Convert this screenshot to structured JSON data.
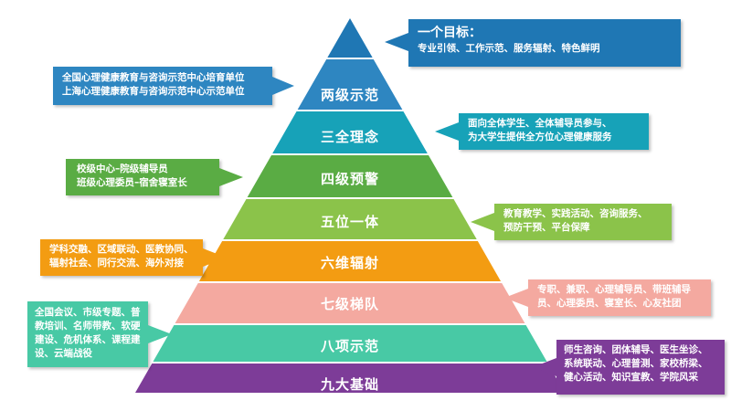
{
  "levels": [
    {
      "label": "",
      "color": "#1f77b4"
    },
    {
      "label": "两级示范",
      "color": "#2e86c1"
    },
    {
      "label": "三全理念",
      "color": "#17a2b8"
    },
    {
      "label": "四级预警",
      "color": "#5aac44"
    },
    {
      "label": "五位一体",
      "color": "#8bc34a"
    },
    {
      "label": "六维辐射",
      "color": "#f39c12"
    },
    {
      "label": "七级梯队",
      "color": "#f4a9a0"
    },
    {
      "label": "八项示范",
      "color": "#48c9a5"
    },
    {
      "label": "九大基础",
      "color": "#7d3c98"
    }
  ],
  "callouts": {
    "goal": {
      "title": "一个目标：",
      "text": "专业引领、工作示范、服务辐射、特色鲜明",
      "color": "#1f77b4"
    },
    "two": {
      "lines": [
        "全国心理健康教育与咨询示范中心培育单位",
        "上海心理健康教育与咨询示范中心示范单位"
      ],
      "color": "#2e86c1"
    },
    "three": {
      "lines": [
        "面向全体学生、全体辅导员参与、",
        "为大学生提供全方位心理健康服务"
      ],
      "color": "#17a2b8"
    },
    "four": {
      "lines": [
        "校级中心–院级辅导员",
        "班级心理委员–宿舍寝室长"
      ],
      "color": "#5aac44"
    },
    "five": {
      "lines": [
        "教育教学、实践活动、咨询服务、",
        "预防干预、平台保障"
      ],
      "color": "#8bc34a"
    },
    "six": {
      "lines": [
        "学科交融、区域联动、医教协同、",
        "辐射社会、同行交流、海外对接"
      ],
      "color": "#f39c12"
    },
    "seven": {
      "lines": [
        "专职、兼职、心理辅导员、带班辅导",
        "员、心理委员、寝室长、心友社团"
      ],
      "color": "#f4a9a0"
    },
    "eight": {
      "lines": [
        "全国会议、市级专题、普",
        "教培训、名师带教、软硬",
        "建设、危机体系、课程建",
        "设、云端战役"
      ],
      "color": "#48c9a5"
    },
    "nine": {
      "lines": [
        "师生咨询、团体辅导、医生坐诊、",
        "系统联动、心理普测、家校桥梁、",
        "健心活动、知识宣教、学院风采"
      ],
      "color": "#7d3c98"
    }
  }
}
